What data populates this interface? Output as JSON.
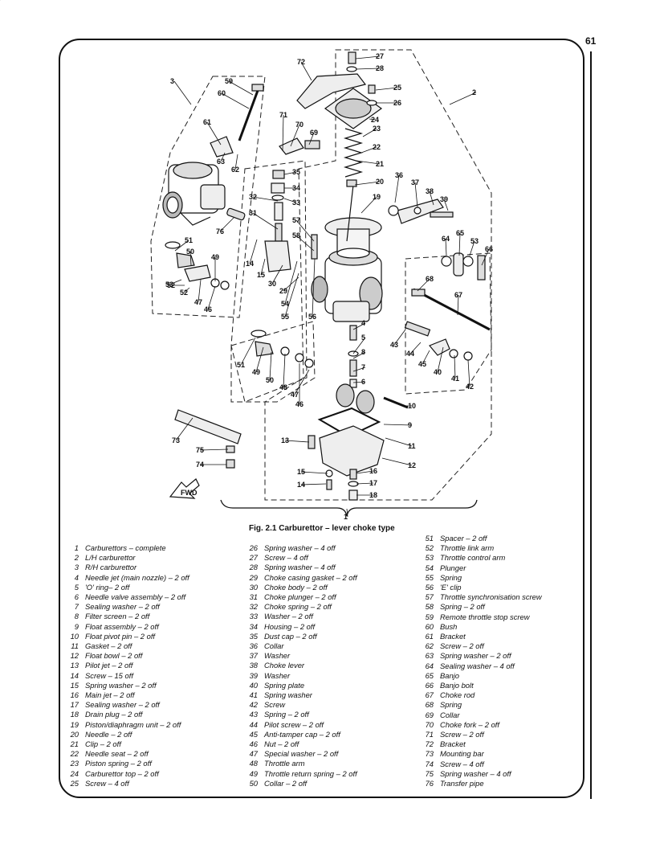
{
  "page_number": "61",
  "figure": {
    "caption": "Fig. 2.1 Carburettor – lever choke type",
    "fwd_label": "FWD",
    "callouts": [
      "1",
      "2",
      "3",
      "4",
      "5",
      "6",
      "7",
      "8",
      "9",
      "10",
      "11",
      "12",
      "13",
      "14",
      "15",
      "16",
      "17",
      "18",
      "19",
      "20",
      "21",
      "22",
      "23",
      "24",
      "25",
      "26",
      "27",
      "28",
      "29",
      "30",
      "31",
      "32",
      "33",
      "34",
      "35",
      "36",
      "37",
      "38",
      "39",
      "40",
      "41",
      "42",
      "43",
      "44",
      "45",
      "46",
      "47",
      "48",
      "49",
      "50",
      "51",
      "52",
      "53",
      "54",
      "55",
      "56",
      "57",
      "58",
      "59",
      "60",
      "61",
      "62",
      "63",
      "64",
      "65",
      "66",
      "67",
      "68",
      "69",
      "70",
      "71",
      "72",
      "73",
      "74",
      "75",
      "76",
      "14",
      "15",
      "46",
      "47",
      "49",
      "50",
      "51",
      "52",
      "53",
      "64"
    ]
  },
  "legend": {
    "column1": [
      {
        "num": "1",
        "text": "Carburettors – complete"
      },
      {
        "num": "2",
        "text": "L/H carburettor"
      },
      {
        "num": "3",
        "text": "R/H carburettor"
      },
      {
        "num": "4",
        "text": "Needle jet (main nozzle) – 2 off"
      },
      {
        "num": "5",
        "text": "'O' ring– 2 off"
      },
      {
        "num": "6",
        "text": "Needle valve assembly – 2 off"
      },
      {
        "num": "7",
        "text": "Sealing washer – 2 off"
      },
      {
        "num": "8",
        "text": "Filter screen – 2 off"
      },
      {
        "num": "9",
        "text": "Float assembly – 2 off"
      },
      {
        "num": "10",
        "text": "Float pivot pin – 2 off"
      },
      {
        "num": "11",
        "text": "Gasket – 2 off"
      },
      {
        "num": "12",
        "text": "Float bowl – 2 off"
      },
      {
        "num": "13",
        "text": "Pilot jet – 2 off"
      },
      {
        "num": "14",
        "text": "Screw – 15 off"
      },
      {
        "num": "15",
        "text": "Spring washer – 2 off"
      },
      {
        "num": "16",
        "text": "Main jet – 2 off"
      },
      {
        "num": "17",
        "text": "Sealing washer – 2 off"
      },
      {
        "num": "18",
        "text": "Drain plug – 2 off"
      },
      {
        "num": "19",
        "text": "Piston/diaphragm unit – 2 off"
      },
      {
        "num": "20",
        "text": "Needle – 2 off"
      },
      {
        "num": "21",
        "text": "Clip – 2 off"
      },
      {
        "num": "22",
        "text": "Needle seat – 2 off"
      },
      {
        "num": "23",
        "text": "Piston spring – 2 off"
      },
      {
        "num": "24",
        "text": "Carburettor top – 2 off"
      },
      {
        "num": "25",
        "text": "Screw – 4 off"
      }
    ],
    "column2": [
      {
        "num": "26",
        "text": "Spring washer – 4 off"
      },
      {
        "num": "27",
        "text": "Screw – 4 off"
      },
      {
        "num": "28",
        "text": "Spring washer – 4 off"
      },
      {
        "num": "29",
        "text": "Choke casing gasket – 2 off"
      },
      {
        "num": "30",
        "text": "Choke body – 2 off"
      },
      {
        "num": "31",
        "text": "Choke plunger – 2 off"
      },
      {
        "num": "32",
        "text": "Choke spring – 2 off"
      },
      {
        "num": "33",
        "text": "Washer – 2 off"
      },
      {
        "num": "34",
        "text": "Housing – 2 off"
      },
      {
        "num": "35",
        "text": "Dust cap – 2 off"
      },
      {
        "num": "36",
        "text": "Collar"
      },
      {
        "num": "37",
        "text": "Washer"
      },
      {
        "num": "38",
        "text": "Choke lever"
      },
      {
        "num": "39",
        "text": "Washer"
      },
      {
        "num": "40",
        "text": "Spring plate"
      },
      {
        "num": "41",
        "text": "Spring washer"
      },
      {
        "num": "42",
        "text": "Screw"
      },
      {
        "num": "43",
        "text": "Spring – 2 off"
      },
      {
        "num": "44",
        "text": "Pilot screw – 2 off"
      },
      {
        "num": "45",
        "text": "Anti-tamper cap – 2 off"
      },
      {
        "num": "46",
        "text": "Nut – 2 off"
      },
      {
        "num": "47",
        "text": "Special washer – 2 off"
      },
      {
        "num": "48",
        "text": "Throttle arm"
      },
      {
        "num": "49",
        "text": "Throttle return spring – 2 off"
      },
      {
        "num": "50",
        "text": "Collar – 2 off"
      }
    ],
    "column3": [
      {
        "num": "51",
        "text": "Spacer – 2 off"
      },
      {
        "num": "52",
        "text": "Throttle link arm"
      },
      {
        "num": "53",
        "text": "Throttle control arm"
      },
      {
        "num": "54",
        "text": "Plunger"
      },
      {
        "num": "55",
        "text": "Spring"
      },
      {
        "num": "56",
        "text": "'E' clip"
      },
      {
        "num": "57",
        "text": "Throttle synchronisation screw"
      },
      {
        "num": "58",
        "text": "Spring – 2 off"
      },
      {
        "num": "59",
        "text": "Remote throttle stop screw"
      },
      {
        "num": "60",
        "text": "Bush"
      },
      {
        "num": "61",
        "text": "Bracket"
      },
      {
        "num": "62",
        "text": "Screw – 2 off"
      },
      {
        "num": "63",
        "text": "Spring washer – 2 off"
      },
      {
        "num": "64",
        "text": "Sealing washer – 4 off"
      },
      {
        "num": "65",
        "text": "Banjo"
      },
      {
        "num": "66",
        "text": "Banjo bolt"
      },
      {
        "num": "67",
        "text": "Choke rod"
      },
      {
        "num": "68",
        "text": "Spring"
      },
      {
        "num": "69",
        "text": "Collar"
      },
      {
        "num": "70",
        "text": "Choke fork – 2 off"
      },
      {
        "num": "71",
        "text": "Screw – 2 off"
      },
      {
        "num": "72",
        "text": "Bracket"
      },
      {
        "num": "73",
        "text": "Mounting bar"
      },
      {
        "num": "74",
        "text": "Screw – 4 off"
      },
      {
        "num": "75",
        "text": "Spring washer – 4 off"
      },
      {
        "num": "76",
        "text": "Transfer pipe"
      }
    ]
  }
}
